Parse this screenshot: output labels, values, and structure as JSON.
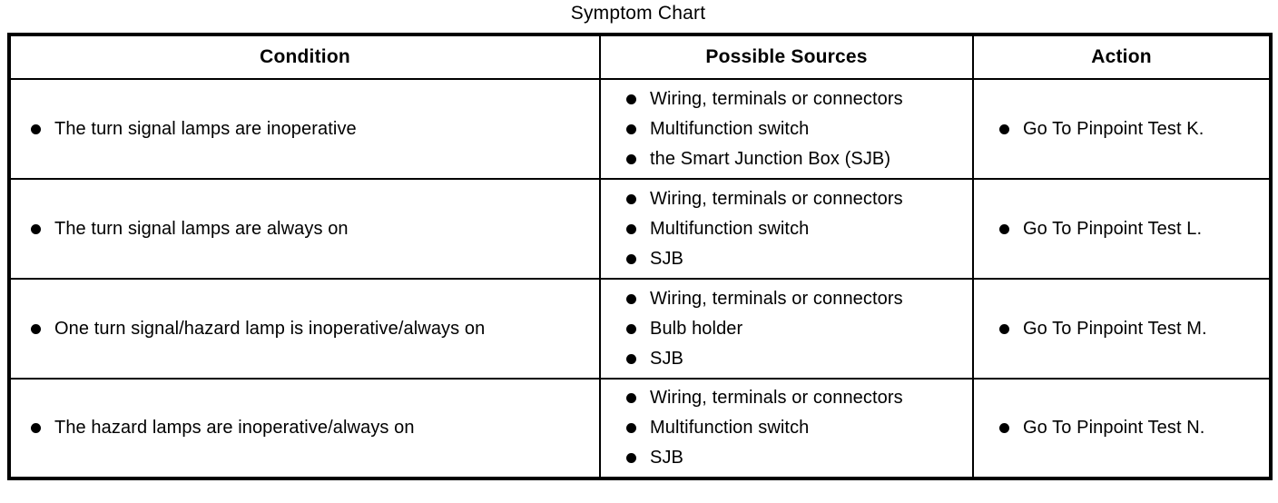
{
  "title": "Symptom Chart",
  "table": {
    "headers": [
      "Condition",
      "Possible Sources",
      "Action"
    ],
    "rows": [
      {
        "condition": "The turn signal lamps are inoperative",
        "sources": [
          "Wiring, terminals or connectors",
          "Multifunction switch",
          "the Smart Junction Box (SJB)"
        ],
        "action": "Go To Pinpoint Test K."
      },
      {
        "condition": "The turn signal lamps are always on",
        "sources": [
          "Wiring, terminals or connectors",
          "Multifunction switch",
          "SJB"
        ],
        "action": "Go To Pinpoint Test L."
      },
      {
        "condition": "One turn signal/hazard lamp is inoperative/always on",
        "sources": [
          "Wiring, terminals or connectors",
          "Bulb holder",
          "SJB"
        ],
        "action": "Go To Pinpoint Test M."
      },
      {
        "condition": "The hazard lamps are inoperative/always on",
        "sources": [
          "Wiring, terminals or connectors",
          "Multifunction switch",
          "SJB"
        ],
        "action": "Go To Pinpoint Test N."
      }
    ]
  },
  "colors": {
    "border": "#000000",
    "text": "#000000",
    "background": "#ffffff"
  }
}
